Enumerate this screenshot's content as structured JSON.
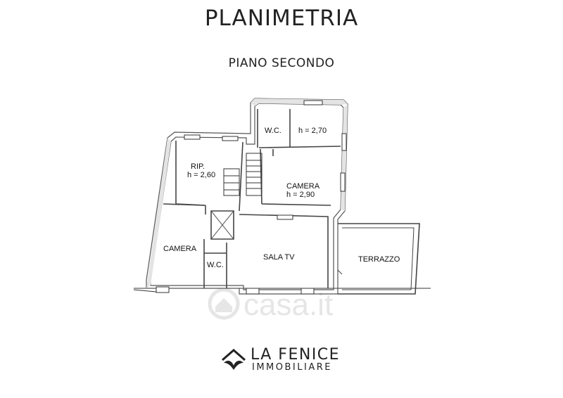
{
  "header": {
    "title": "PLANIMETRIA",
    "subtitle": "PIANO SECONDO"
  },
  "rooms": {
    "wc_top": "W.C.",
    "wc_top_height": "h = 2,70",
    "rip": "RIP.",
    "rip_height": "h = 2,60",
    "camera_right": "CAMERA",
    "camera_right_height": "h = 2,90",
    "camera_left": "CAMERA",
    "wc_bottom": "W.C.",
    "sala_tv": "SALA TV",
    "terrazzo": "TERRAZZO"
  },
  "watermark": {
    "text": "casa.it",
    "icon": "house-circle-icon"
  },
  "logo": {
    "name": "LA FENICE",
    "tagline": "IMMOBILIARE",
    "icon": "phoenix-house-icon"
  },
  "colors": {
    "wall": "#7a7a7a",
    "wall_fill": "#f2f2f2",
    "line": "#222222",
    "watermark": "#e6e6e6"
  }
}
